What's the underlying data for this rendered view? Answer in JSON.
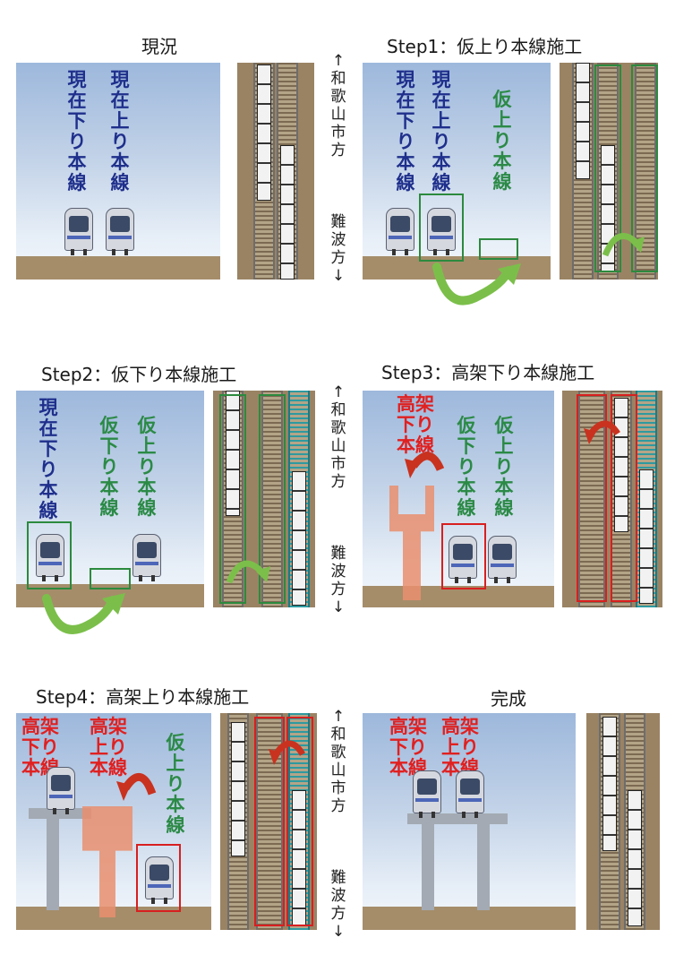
{
  "titles": {
    "current": "現況",
    "step1": "Step1：仮上り本線施工",
    "step2": "Step2：仮下り本線施工",
    "step3": "Step3：高架下り本線施工",
    "step4": "Step4：高架上り本線施工",
    "done": "完成"
  },
  "labels": {
    "cur_down": "現在下り本線",
    "cur_up": "現在上り本線",
    "temp_up": "仮上り本線",
    "temp_down": "仮下り本線",
    "elev_down": "高架下り本線",
    "elev_up": "高架上り本線"
  },
  "directions": {
    "wakayama": "↑和歌山市方",
    "namba": "難波方↓"
  },
  "colors": {
    "current_track_label": "#1f2f8c",
    "temporary_track_label": "#2b8a46",
    "elevated_track_label": "#e02020",
    "construction_box_green": "#2c8a3e",
    "construction_box_red": "#d81f1f"
  }
}
